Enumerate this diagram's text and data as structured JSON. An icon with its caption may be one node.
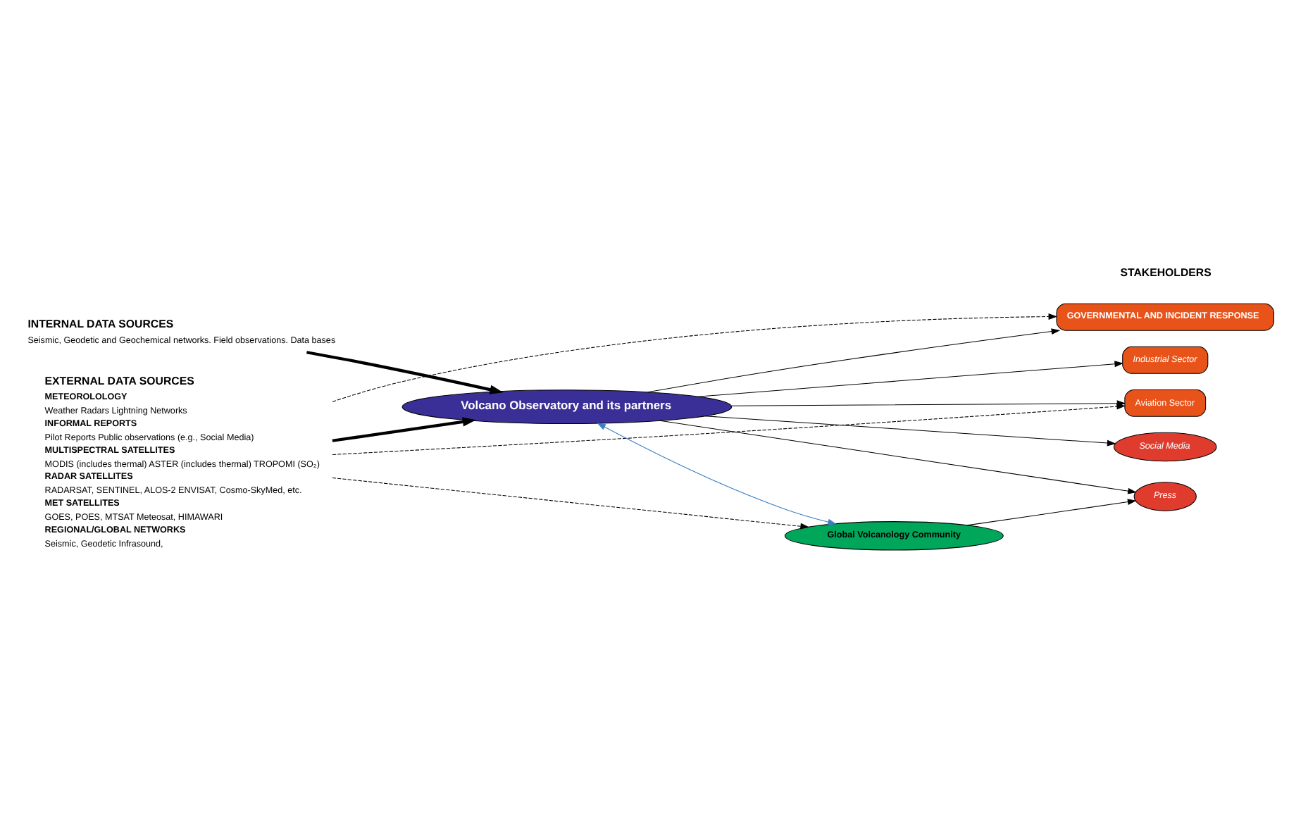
{
  "diagram": {
    "nodes": [
      {
        "text": [
          "EXTERNAL DATA SOURCES",
          "METEOROLOLOGY",
          "Weather Radars Lightning Networks",
          "INFORMAL REPORTS",
          "Pilot Reports Public observations (e.g., Social Media)",
          "MULTISPECTRAL SATELLITES",
          "MODIS (includes thermal) ASTER (includes thermal) TROPOMI (SO₂)",
          "RADAR SATELLITES",
          "RADARSAT, SENTINEL, ALOS-2 ENVISAT, Cosmo-SkyMed, etc.",
          "MET SATELLITES",
          "GOES, POES, MTSAT Meteosat, HIMAWARI",
          "REGIONAL/GLOBAL NETWORKS",
          "Seismic, Geodetic Infrasound,"
        ]
      },
      {
        "text": [
          "INTERNAL DATA SOURCES",
          "Seismic, Geodetic and Geochemical networks. Field observations. Data bases"
        ]
      },
      {
        "text": [
          "Volcano Observatory and its partners"
        ]
      },
      {
        "text": [
          "GOVERNMENTAL AND INCIDENT RESPONSE"
        ]
      },
      {
        "text": [
          "Industrial Sector"
        ]
      },
      {
        "text": [
          "Aviation Sector"
        ]
      },
      {
        "text": [
          "Social Media"
        ]
      },
      {
        "text": [
          "Press"
        ]
      },
      {
        "text": [
          "Global Volcanology Community"
        ]
      }
    ],
    "edges": [
      {
        "from": 1,
        "to": 2,
        "arrow": "to",
        "style": "thick"
      },
      {
        "from": 0,
        "to": 2,
        "arrow": "to",
        "style": "thick"
      },
      {
        "from": 0,
        "to": 5,
        "arrow": "to",
        "style": "dashed"
      },
      {
        "from": 0,
        "to": 8,
        "arrow": "to",
        "style": "dashed"
      },
      {
        "from": 0,
        "to": 3,
        "arrow": "to",
        "style": "dashed"
      },
      {
        "from": 2,
        "to": 3,
        "arrow": "to"
      },
      {
        "from": 2,
        "to": 4,
        "arrow": "to"
      },
      {
        "from": 2,
        "to": 5,
        "arrow": "to"
      },
      {
        "from": 2,
        "to": 6,
        "arrow": "to"
      },
      {
        "from": 2,
        "to": 7,
        "arrow": "to"
      },
      {
        "from": 2,
        "to": 8,
        "arrow": "both",
        "color": "#3a7fc4"
      },
      {
        "from": 8,
        "to": 7,
        "arrow": "to"
      }
    ],
    "labels": [
      "STAKEHOLDERS"
    ]
  }
}
